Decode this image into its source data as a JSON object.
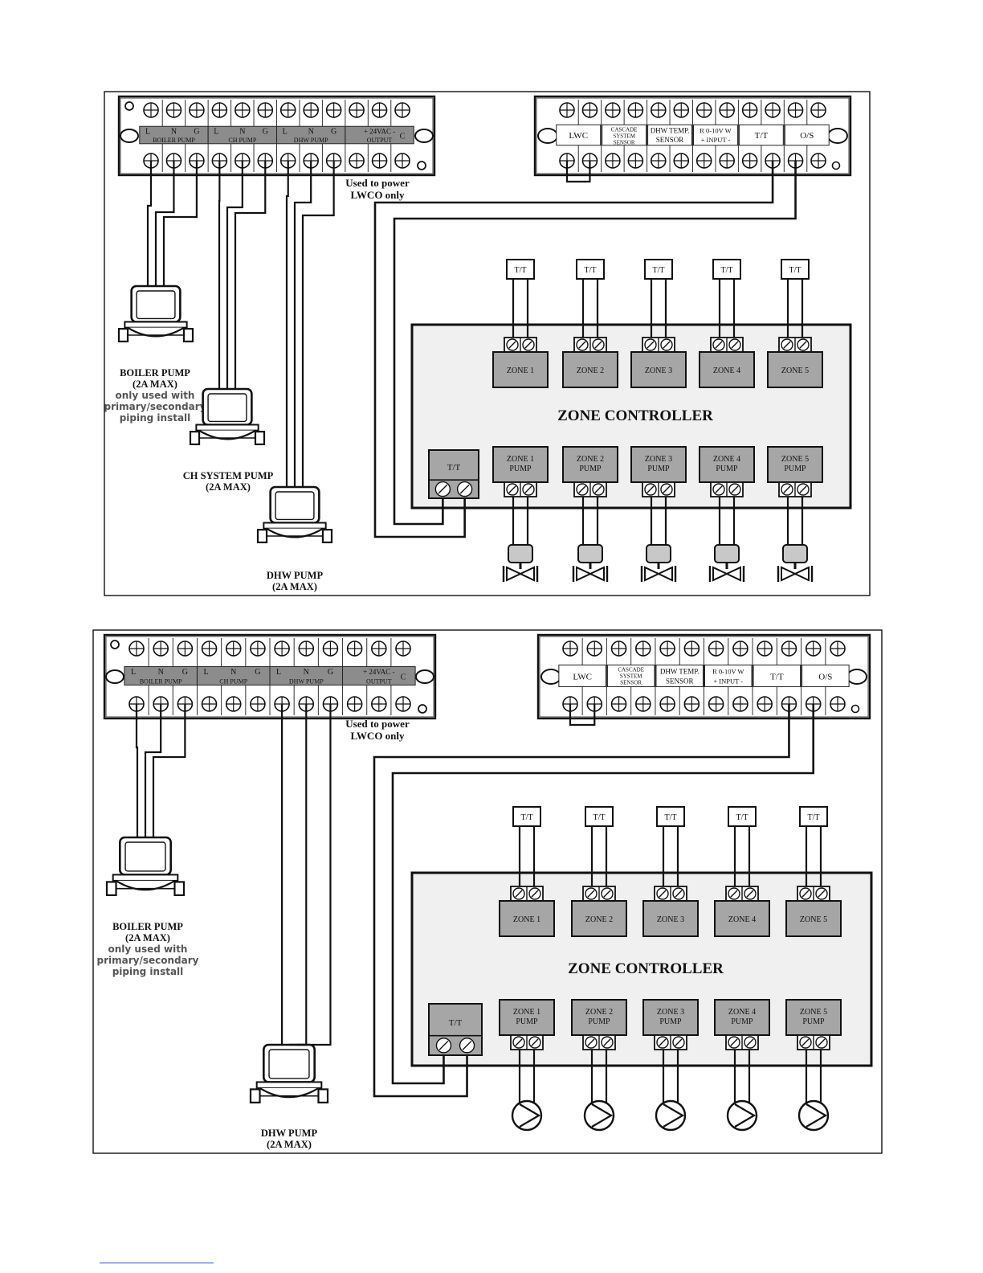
{
  "diagrams": [
    {
      "terminal_strip_left": {
        "groups": [
          {
            "terminals": [
              "L",
              "N",
              "G"
            ],
            "name": "BOILER PUMP"
          },
          {
            "terminals": [
              "L",
              "N",
              "G"
            ],
            "name": "CH PUMP"
          },
          {
            "terminals": [
              "L",
              "N",
              "G"
            ],
            "name": "DHW PUMP"
          },
          {
            "top": "+ 24VAC -",
            "name": "OUTPUT"
          }
        ],
        "extra": "C"
      },
      "terminal_strip_right": {
        "groups": [
          "LWC",
          "CASCADE SYSTEM SENSOR",
          "DHW TEMP. SENSOR",
          "0-10V INPUT",
          "T/T",
          "O/S"
        ],
        "input_top": "R  0-10V  W",
        "input_bottom": "+ INPUT  -"
      },
      "output_note": [
        "Used to power",
        "LWCO only"
      ],
      "pumps": [
        {
          "lines": [
            "BOILER PUMP",
            "(2A MAX)"
          ],
          "note": [
            "only used with",
            "primary/secondary",
            "piping install"
          ]
        },
        {
          "lines": [
            "CH SYSTEM PUMP",
            "(2A MAX)"
          ],
          "note": []
        },
        {
          "lines": [
            "DHW PUMP",
            "(2A MAX)"
          ],
          "note": []
        }
      ],
      "zone_controller": {
        "title": "ZONE CONTROLLER",
        "thermostat_label": "T/T",
        "zones": [
          "ZONE 1",
          "ZONE 2",
          "ZONE 3",
          "ZONE 4",
          "ZONE 5"
        ],
        "zone_pumps": [
          [
            "ZONE 1",
            "PUMP"
          ],
          [
            "ZONE 2",
            "PUMP"
          ],
          [
            "ZONE 3",
            "PUMP"
          ],
          [
            "ZONE 4",
            "PUMP"
          ],
          [
            "ZONE 5",
            "PUMP"
          ]
        ],
        "zone_output_symbol": "valve"
      }
    },
    {
      "terminal_strip_left": {
        "groups": [
          {
            "terminals": [
              "L",
              "N",
              "G"
            ],
            "name": "BOILER PUMP"
          },
          {
            "terminals": [
              "L",
              "N",
              "G"
            ],
            "name": "CH PUMP"
          },
          {
            "terminals": [
              "L",
              "N",
              "G"
            ],
            "name": "DHW PUMP"
          },
          {
            "top": "+ 24VAC -",
            "name": "OUTPUT"
          }
        ],
        "extra": "C"
      },
      "terminal_strip_right": {
        "groups": [
          "LWC",
          "CASCADE SYSTEM SENSOR",
          "DHW TEMP. SENSOR",
          "0-10V INPUT",
          "T/T",
          "O/S"
        ],
        "input_top": "R  0-10V  W",
        "input_bottom": "+ INPUT  -"
      },
      "output_note": [
        "Used to power",
        "LWCO only"
      ],
      "pumps": [
        {
          "lines": [
            "BOILER PUMP",
            "(2A MAX)"
          ],
          "note": [
            "only used with",
            "primary/secondary",
            "piping install"
          ]
        },
        {
          "lines": [
            "DHW PUMP",
            "(2A MAX)"
          ],
          "note": []
        }
      ],
      "zone_controller": {
        "title": "ZONE CONTROLLER",
        "thermostat_label": "T/T",
        "zones": [
          "ZONE 1",
          "ZONE 2",
          "ZONE 3",
          "ZONE 4",
          "ZONE 5"
        ],
        "zone_pumps": [
          [
            "ZONE 1",
            "PUMP"
          ],
          [
            "ZONE 2",
            "PUMP"
          ],
          [
            "ZONE 3",
            "PUMP"
          ],
          [
            "ZONE 4",
            "PUMP"
          ],
          [
            "ZONE 5",
            "PUMP"
          ]
        ],
        "zone_output_symbol": "pump"
      }
    }
  ]
}
